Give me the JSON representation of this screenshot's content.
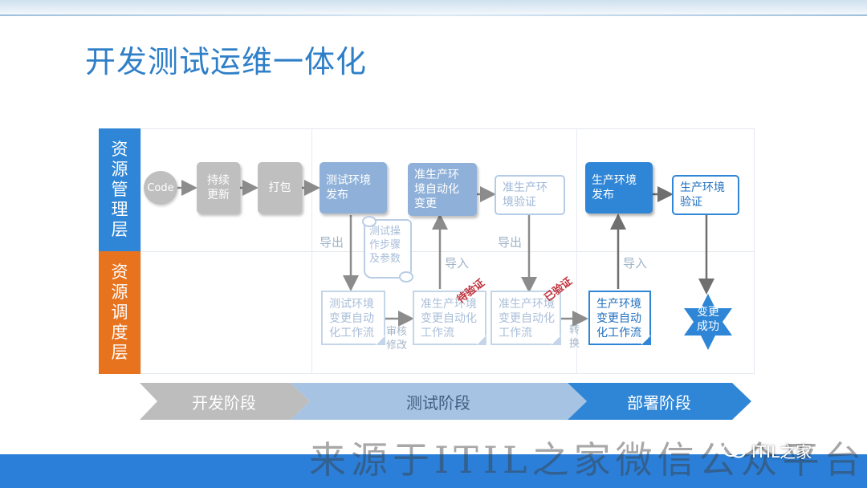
{
  "title": "开发测试运维一体化",
  "layers": {
    "resource_management": [
      "资",
      "源",
      "管",
      "理",
      "层"
    ],
    "resource_scheduling": [
      "资",
      "源",
      "调",
      "度",
      "层"
    ]
  },
  "colors": {
    "title": "#2f7fc8",
    "management_layer": "#2f86d6",
    "scheduling_layer": "#e8731f",
    "phase_dev": "#bdbdbd",
    "phase_test": "#a7c3e3",
    "phase_deploy": "#2f86d6",
    "bottom_band": "#2b7fd8",
    "stamp": "#c0303a"
  },
  "nodes": {
    "code": "Code",
    "continuous_update": [
      "持续",
      "更新"
    ],
    "package": "打包",
    "test_env_release": [
      "测试环境",
      "发布"
    ],
    "preprod_auto_change": [
      "准生产环",
      "境自动化",
      "变更"
    ],
    "preprod_verify": [
      "准生产环",
      "境验证"
    ],
    "prod_release": [
      "生产环境",
      "发布"
    ],
    "prod_verify": [
      "生产环境",
      "验证"
    ],
    "test_steps_scroll": [
      "测试操",
      "作步骤",
      "及参数"
    ],
    "test_env_workflow": [
      "测试环境",
      "变更自动",
      "化工作流"
    ],
    "preprod_workflow_pending": [
      "准生产环境",
      "变更自动化",
      "工作流"
    ],
    "preprod_workflow_verified": [
      "准生产环境",
      "变更自动化",
      "工作流"
    ],
    "prod_workflow": [
      "生产环境",
      "变更自动",
      "化工作流"
    ],
    "change_success": [
      "变更",
      "成功"
    ]
  },
  "edge_labels": {
    "export_1": "导出",
    "import_1": "导入",
    "export_2": "导出",
    "import_2": "导入",
    "review_modify": [
      "审核",
      "修改"
    ],
    "convert": [
      "转",
      "换"
    ]
  },
  "stamps": {
    "pending": "待验证",
    "verified": "已验证"
  },
  "phases": [
    "开发阶段",
    "测试阶段",
    "部署阶段"
  ],
  "watermark": {
    "text": "来源于ITIL之家微信公众平台",
    "badge": "ITIL之家"
  }
}
